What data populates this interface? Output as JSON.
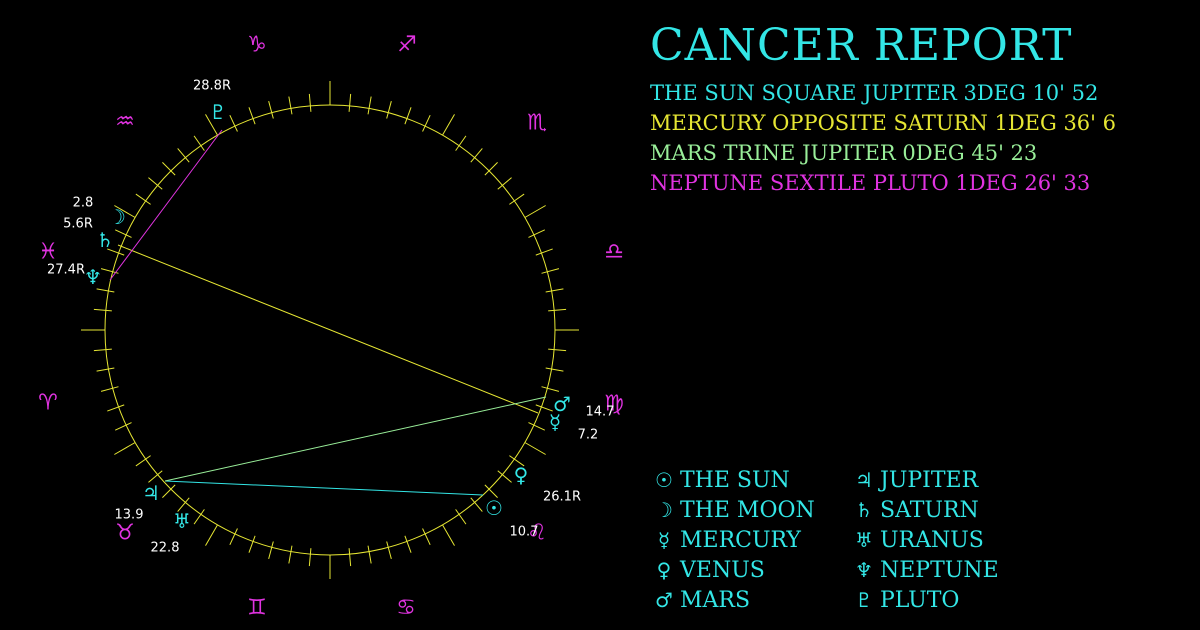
{
  "report": {
    "title": "CANCER REPORT",
    "aspects": [
      {
        "text": "THE SUN SQUARE JUPITER 3DEG 10' 52",
        "color": "#33e6e6"
      },
      {
        "text": "MERCURY OPPOSITE SATURN 1DEG 36' 6",
        "color": "#e6e633"
      },
      {
        "text": "MARS TRINE JUPITER 0DEG 45' 23",
        "color": "#99ee99"
      },
      {
        "text": "NEPTUNE SEXTILE PLUTO 1DEG 26' 33",
        "color": "#e033e0"
      }
    ]
  },
  "colors": {
    "cyan": "#33e6e6",
    "magenta": "#e033e0",
    "yellow": "#e6e633",
    "green": "#99ee99",
    "circle": "#e6e633"
  },
  "zodiac": [
    {
      "name": "aries-icon",
      "glyph": "♈"
    },
    {
      "name": "taurus-icon",
      "glyph": "♉"
    },
    {
      "name": "gemini-icon",
      "glyph": "♊"
    },
    {
      "name": "cancer-icon",
      "glyph": "♋"
    },
    {
      "name": "leo-icon",
      "glyph": "♌"
    },
    {
      "name": "virgo-icon",
      "glyph": "♍"
    },
    {
      "name": "libra-icon",
      "glyph": "♎"
    },
    {
      "name": "scorpio-icon",
      "glyph": "♏"
    },
    {
      "name": "sagittarius-icon",
      "glyph": "♐"
    },
    {
      "name": "capricorn-icon",
      "glyph": "♑"
    },
    {
      "name": "aquarius-icon",
      "glyph": "♒"
    },
    {
      "name": "pisces-icon",
      "glyph": "♓"
    }
  ],
  "planets": [
    {
      "id": "sun",
      "icon": "sun-icon",
      "glyph": "☉",
      "label": "10.7"
    },
    {
      "id": "moon",
      "icon": "moon-icon",
      "glyph": "☽",
      "label": "2.8"
    },
    {
      "id": "mercury",
      "icon": "mercury-icon",
      "glyph": "☿",
      "label": "7.2"
    },
    {
      "id": "venus",
      "icon": "venus-icon",
      "glyph": "♀",
      "label": "26.1R"
    },
    {
      "id": "mars",
      "icon": "mars-icon",
      "glyph": "♂",
      "label": "14.7"
    },
    {
      "id": "jupiter",
      "icon": "jupiter-icon",
      "glyph": "♃",
      "label": "13.9"
    },
    {
      "id": "saturn",
      "icon": "saturn-icon",
      "glyph": "♄",
      "label": "5.6R"
    },
    {
      "id": "uranus",
      "icon": "uranus-icon",
      "glyph": "♅",
      "label": "22.8"
    },
    {
      "id": "neptune",
      "icon": "neptune-icon",
      "glyph": "♆",
      "label": "27.4R"
    },
    {
      "id": "pluto",
      "icon": "pluto-icon",
      "glyph": "♇",
      "label": "28.8R"
    }
  ],
  "aspect_lines": [
    {
      "from": "sun",
      "to": "jupiter",
      "color": "#33e6e6"
    },
    {
      "from": "mercury",
      "to": "saturn",
      "color": "#e6e633"
    },
    {
      "from": "mars",
      "to": "jupiter",
      "color": "#99ee99"
    },
    {
      "from": "neptune",
      "to": "pluto",
      "color": "#e033e0"
    }
  ],
  "legend": [
    {
      "icon": "sun-icon",
      "glyph": "☉",
      "label": "THE SUN"
    },
    {
      "icon": "jupiter-icon",
      "glyph": "♃",
      "label": "JUPITER"
    },
    {
      "icon": "moon-icon",
      "glyph": "☽",
      "label": "THE MOON"
    },
    {
      "icon": "saturn-icon",
      "glyph": "♄",
      "label": "SATURN"
    },
    {
      "icon": "mercury-icon",
      "glyph": "☿",
      "label": "MERCURY"
    },
    {
      "icon": "uranus-icon",
      "glyph": "♅",
      "label": "URANUS"
    },
    {
      "icon": "venus-icon",
      "glyph": "♀",
      "label": "VENUS"
    },
    {
      "icon": "neptune-icon",
      "glyph": "♆",
      "label": "NEPTUNE"
    },
    {
      "icon": "mars-icon",
      "glyph": "♂",
      "label": "MARS"
    },
    {
      "icon": "pluto-icon",
      "glyph": "♇",
      "label": "PLUTO"
    }
  ]
}
